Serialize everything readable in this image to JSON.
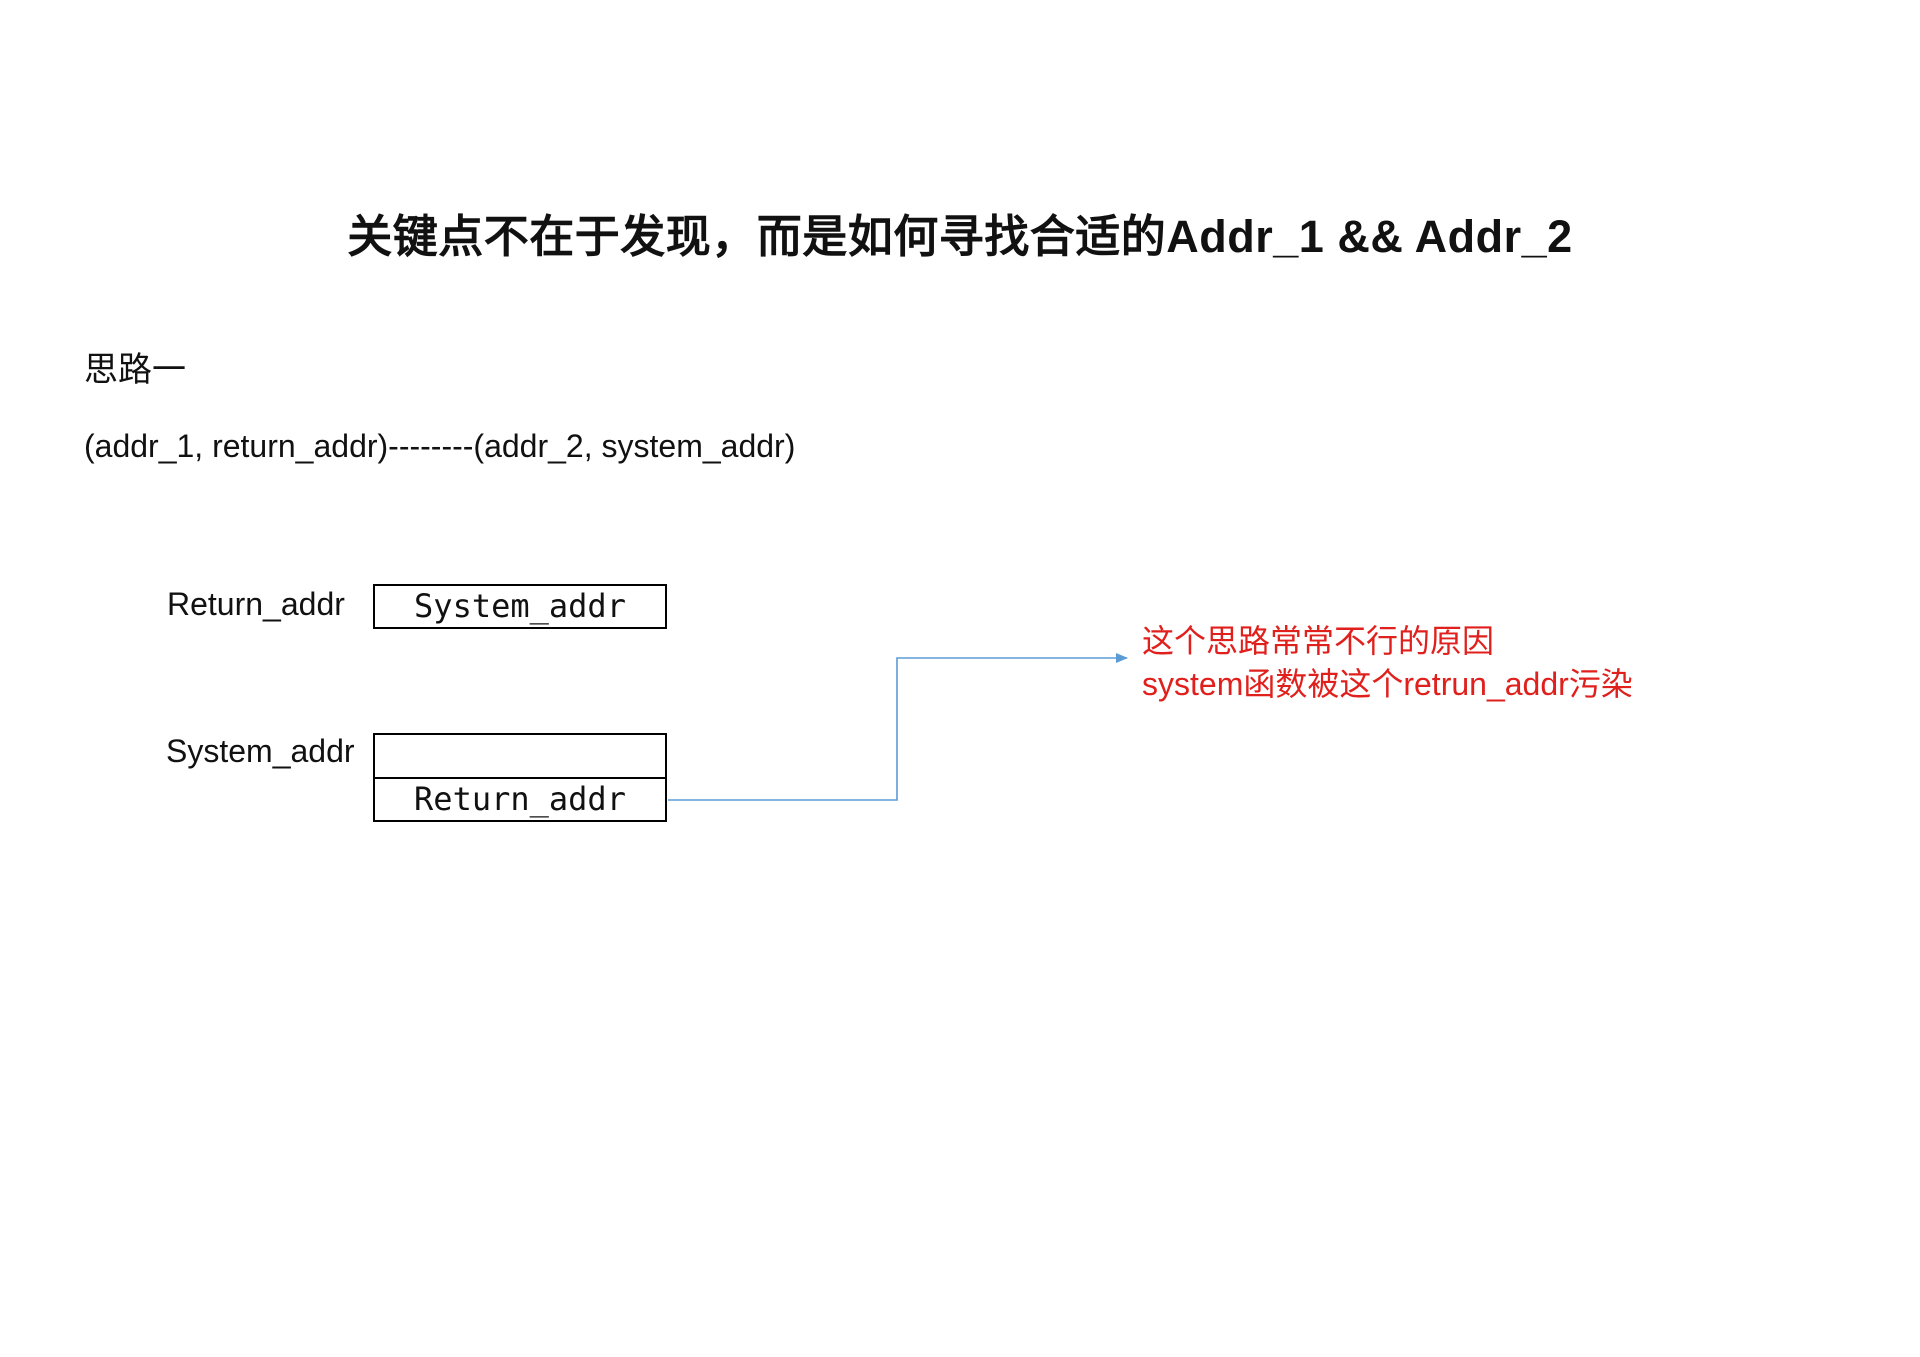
{
  "title": "关键点不在于发现，而是如何寻找合适的Addr_1 && Addr_2",
  "idea_heading": "思路一",
  "pair_text": "(addr_1, return_addr)--------(addr_2, system_addr)",
  "stack": {
    "row1": {
      "label": "Return_addr",
      "cells": [
        "System_addr"
      ]
    },
    "row2": {
      "label": "System_addr",
      "cells": [
        "",
        "Return_addr"
      ]
    }
  },
  "note": {
    "line1": "这个思路常常不行的原因",
    "line2": "system函数被这个retrun_addr污染",
    "color": "#e0201c"
  },
  "colors": {
    "arrow": "#5b9bd5",
    "text": "#111111",
    "border": "#000000"
  }
}
